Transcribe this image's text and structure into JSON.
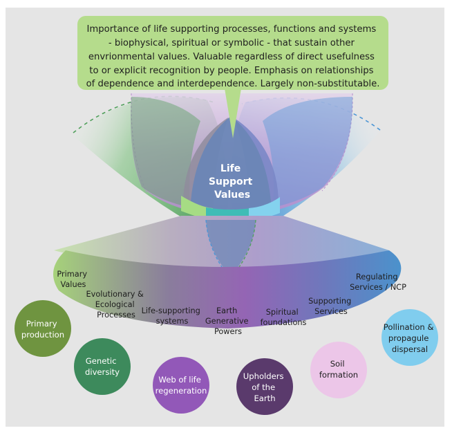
{
  "callout": {
    "lines": [
      "Importance of life supporting processes, functions and systems",
      "- biophysical, spiritual or symbolic - that sustain other",
      "envrionmental values. Valuable regardless of direct usefulness",
      "to or explicit recognition by people. Emphasis on relationships",
      "of dependence and interdependence. Largely non-substitutable."
    ],
    "color": "#b5dc8c"
  },
  "center": {
    "lines": [
      "Life",
      "Support",
      "Values"
    ]
  },
  "band": {
    "labels": [
      {
        "id": "primary-values",
        "lines": [
          "Primary",
          "Values"
        ]
      },
      {
        "id": "evolutionary-ecological-processes",
        "lines": [
          "Evolutionary &",
          "Ecological",
          "Processes"
        ]
      },
      {
        "id": "life-supporting-systems",
        "lines": [
          "Life-supporting",
          "systems"
        ]
      },
      {
        "id": "earth-generative-powers",
        "lines": [
          "Earth",
          "Generative",
          "Powers"
        ]
      },
      {
        "id": "spiritual-foundations",
        "lines": [
          "Spiritual",
          "foundations"
        ]
      },
      {
        "id": "supporting-services",
        "lines": [
          "Supporting",
          "Services"
        ]
      },
      {
        "id": "regulating-services-ncp",
        "lines": [
          "Regulating",
          "Services / NCP"
        ]
      }
    ],
    "gradient_colors": [
      "#9fcf72",
      "#8a6fae",
      "#9a5fb0",
      "#4b93cc"
    ]
  },
  "circles": [
    {
      "id": "primary-production",
      "lines": [
        "Primary",
        "production"
      ],
      "color": "#6f9440",
      "text": "light"
    },
    {
      "id": "genetic-diversity",
      "lines": [
        "Genetic",
        "diversity"
      ],
      "color": "#3d8a5c",
      "text": "light"
    },
    {
      "id": "web-of-life-regeneration",
      "lines": [
        "Web of life",
        "regeneration"
      ],
      "color": "#9258b8",
      "text": "light"
    },
    {
      "id": "upholders-of-the-earth",
      "lines": [
        "Upholders",
        "of the",
        "Earth"
      ],
      "color": "#5a3a6c",
      "text": "light"
    },
    {
      "id": "soil-formation",
      "lines": [
        "Soil",
        "formation"
      ],
      "color": "#ecc6e8",
      "text": "dark"
    },
    {
      "id": "pollination-propagule-dispersal",
      "lines": [
        "Pollination &",
        "propagule",
        "dispersal"
      ],
      "color": "#80cdee",
      "text": "dark"
    }
  ],
  "colors": {
    "background": "#e5e5e5",
    "green_lens": "#4fa05a",
    "blue_lens": "#4a96d6",
    "purple_lens": "#b894ce"
  }
}
